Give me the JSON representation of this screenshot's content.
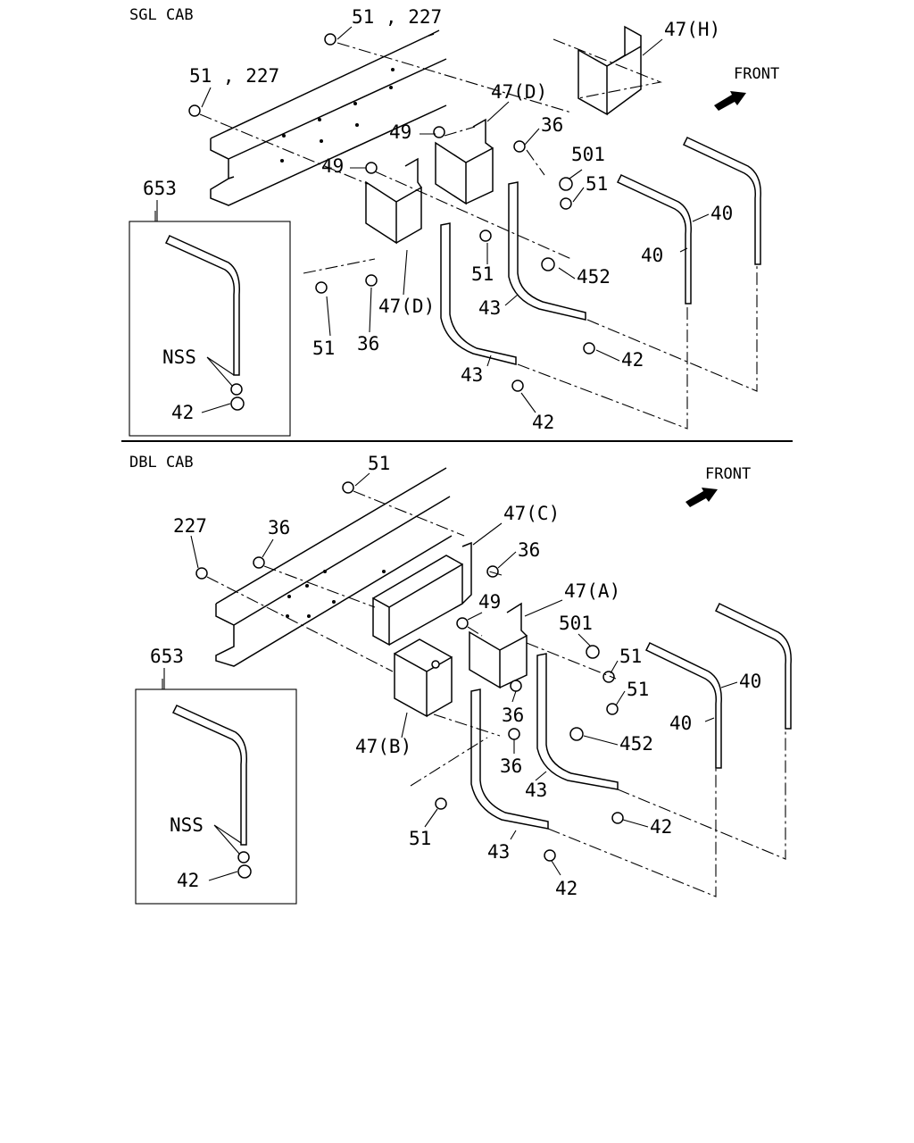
{
  "sections": [
    {
      "id": "sgl",
      "header": "SGL CAB",
      "front_label": "FRONT",
      "callouts": {
        "c_51_227_top": "51 , 227",
        "c_51_227_left": "51 , 227",
        "c_47h": "47(H)",
        "c_47d_top": "47(D)",
        "c_49_a": "49",
        "c_36_a": "36",
        "c_49_b": "49",
        "c_501": "501",
        "c_51_a": "51",
        "c_653": "653",
        "c_40_a": "40",
        "c_40_b": "40",
        "c_452": "452",
        "c_51_b": "51",
        "c_47d_bot": "47(D)",
        "c_43_a": "43",
        "c_42_a": "42",
        "c_51_c": "51",
        "c_36_b": "36",
        "c_43_b": "43",
        "c_42_b": "42",
        "c_nss": "NSS",
        "c_42_inset": "42"
      }
    },
    {
      "id": "dbl",
      "header": "DBL CAB",
      "front_label": "FRONT",
      "callouts": {
        "c_51_top": "51",
        "c_227": "227",
        "c_36_a": "36",
        "c_47c": "47(C)",
        "c_36_b": "36",
        "c_47a": "47(A)",
        "c_49": "49",
        "c_501": "501",
        "c_653": "653",
        "c_51_a": "51",
        "c_51_b": "51",
        "c_36_c": "36",
        "c_40_a": "40",
        "c_40_b": "40",
        "c_47b": "47(B)",
        "c_452": "452",
        "c_36_d": "36",
        "c_43_a": "43",
        "c_42_a": "42",
        "c_51_c": "51",
        "c_43_b": "43",
        "c_42_b": "42",
        "c_nss": "NSS",
        "c_42_inset": "42"
      }
    }
  ]
}
